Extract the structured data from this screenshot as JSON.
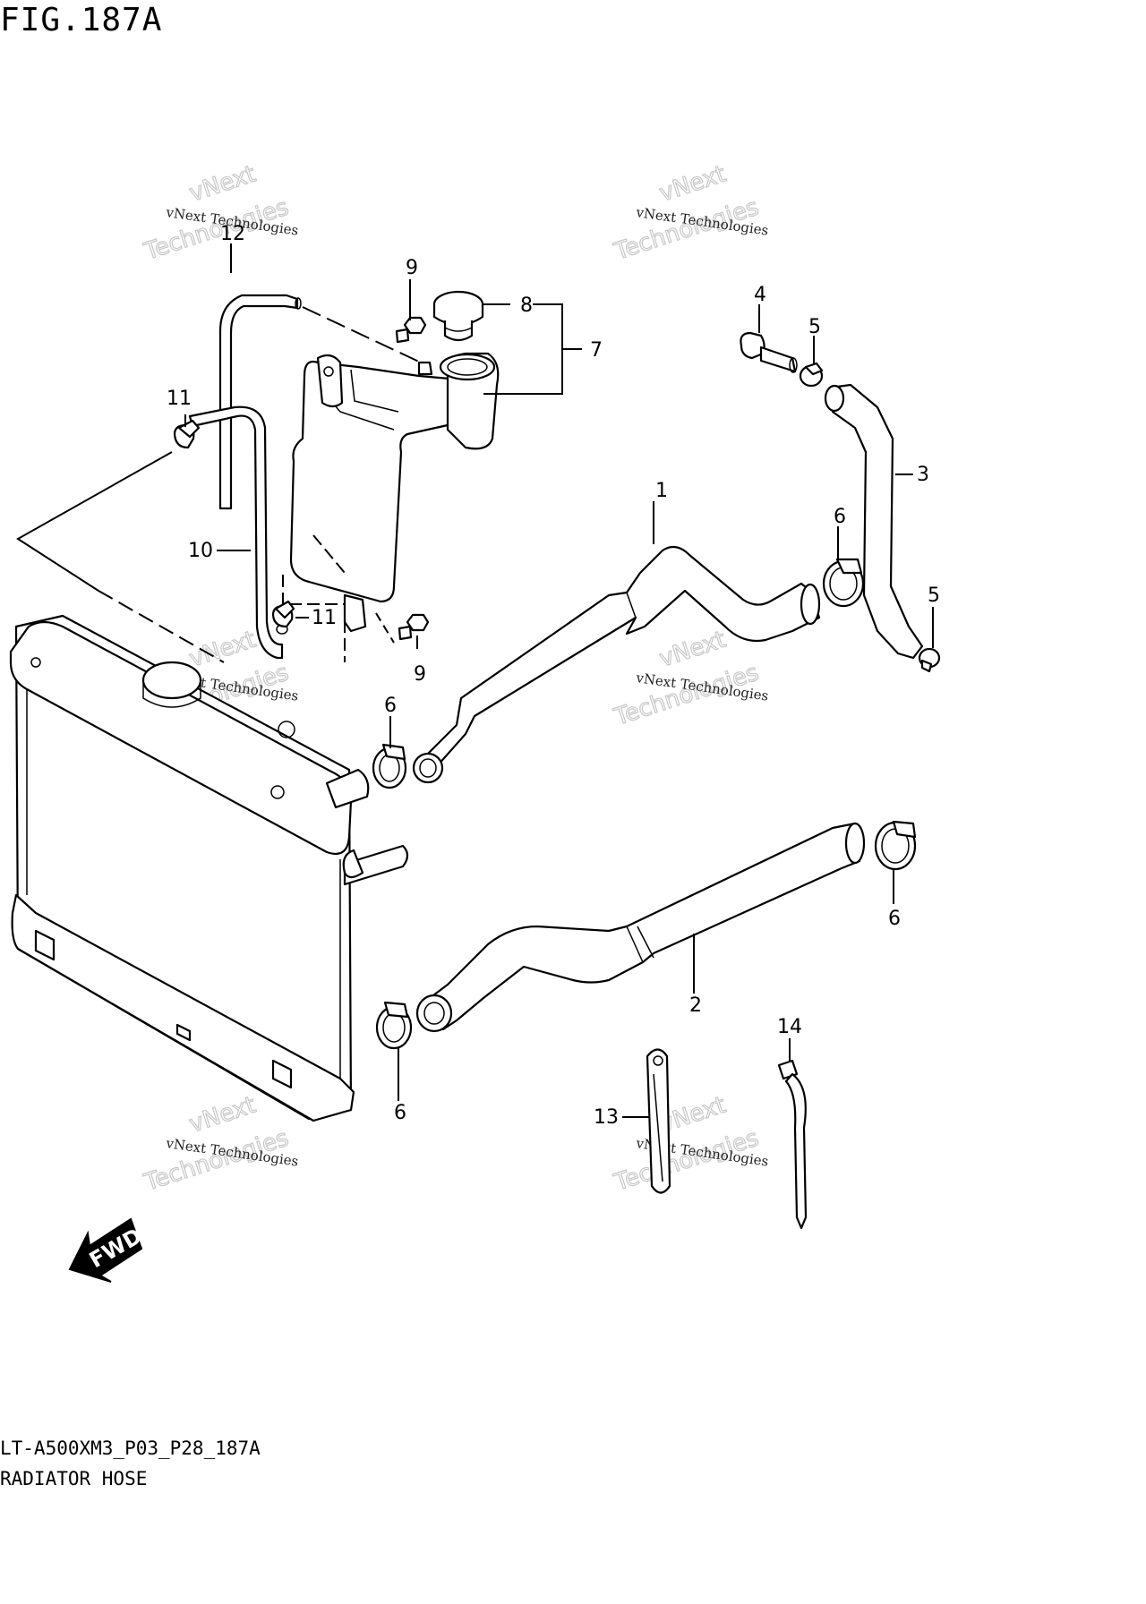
{
  "figure": {
    "title": "FIG.187A",
    "code": "LT-A500XM3_P03_P28_187A",
    "name": "RADIATOR HOSE"
  },
  "callouts": {
    "c1": "1",
    "c2": "2",
    "c3": "3",
    "c4": "4",
    "c5a": "5",
    "c5b": "5",
    "c6a": "6",
    "c6b": "6",
    "c6c": "6",
    "c6d": "6",
    "c7": "7",
    "c8": "8",
    "c9a": "9",
    "c9b": "9",
    "c10": "10",
    "c11a": "11",
    "c11b": "11",
    "c12": "12",
    "c13": "13",
    "c14": "14"
  },
  "watermark": {
    "small": "vNext Technologies",
    "big_top": "vNext",
    "big_bottom": "Technologies"
  },
  "fwd_label": "FWD"
}
